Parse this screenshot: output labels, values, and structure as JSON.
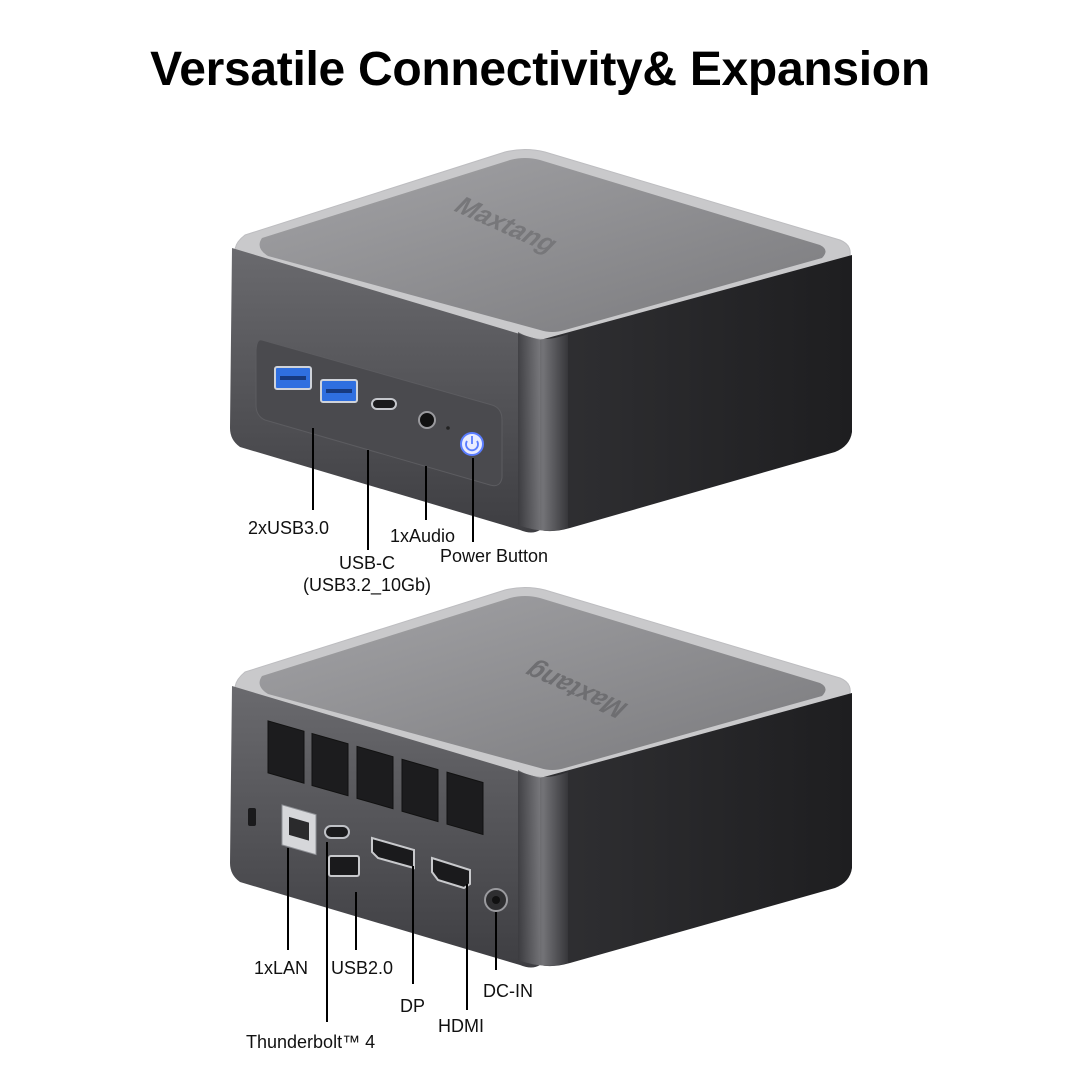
{
  "title": "Versatile Connectivity& Expansion",
  "brand": {
    "logo_text": "Maxtang",
    "colors": {
      "top_plate": "#8a8a8c",
      "body_dark": "#2a2a2d",
      "body_mid": "#5b5b5f",
      "usb_blue": "#2f6fe0",
      "power_glow": "#5a7dff"
    }
  },
  "front_labels": {
    "usb3": "2xUSB3.0",
    "usbc_line1": "USB-C",
    "usbc_line2": "(USB3.2_10Gb)",
    "audio": "1xAudio",
    "power": "Power Button"
  },
  "rear_labels": {
    "lan": "1xLAN",
    "usb2": "USB2.0",
    "dp": "DP",
    "hdmi": "HDMI",
    "dcin": "DC-IN",
    "thunderbolt": "Thunderbolt™ 4"
  }
}
